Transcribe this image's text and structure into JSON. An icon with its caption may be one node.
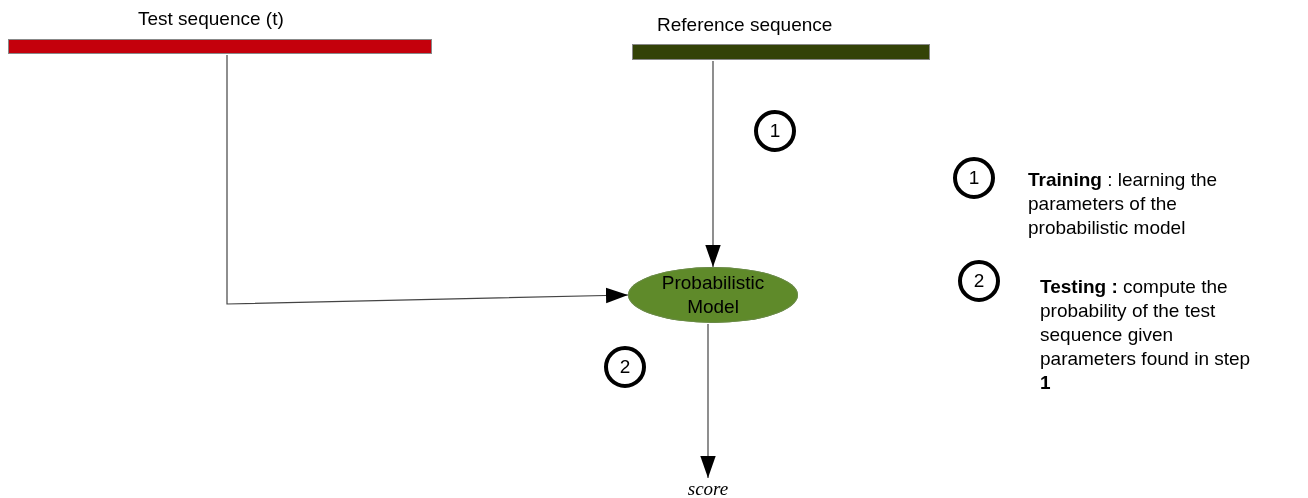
{
  "diagram": {
    "nodes": [
      {
        "text": [
          "Test sequence (t)"
        ]
      },
      {
        "text": [
          "Reference sequence"
        ]
      },
      {
        "text": [
          "Probabilistic Model"
        ]
      },
      {
        "text": [
          "score"
        ]
      },
      {
        "text": [
          "1"
        ]
      },
      {
        "text": [
          "2"
        ]
      },
      {
        "text": [
          "1"
        ],
        "beside": [
          "**Training** : learning the parameters of the probabilistic model"
        ]
      },
      {
        "text": [
          "2"
        ],
        "beside": [
          "**Testing :** compute the probability of the test sequence given parameters found in step **1**"
        ]
      }
    ],
    "edges": [
      {
        "from": 0,
        "to": 2,
        "arrow": "to"
      },
      {
        "from": 1,
        "to": 2,
        "arrow": "to"
      },
      {
        "from": 2,
        "to": 3,
        "arrow": "to"
      }
    ]
  }
}
